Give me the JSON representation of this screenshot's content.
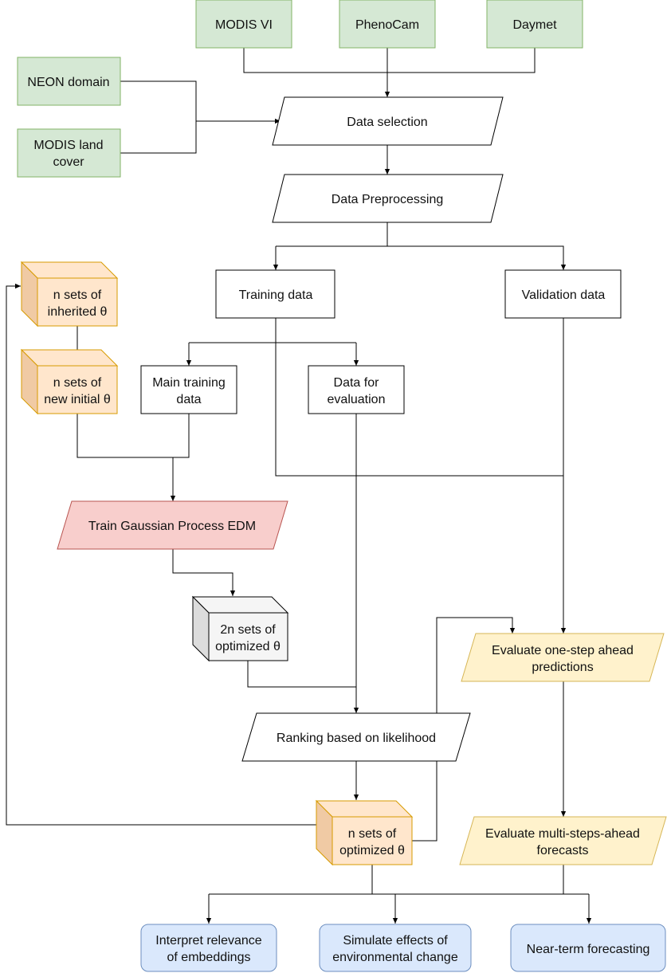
{
  "colors": {
    "green_fill": "#d5e8d4",
    "green_stroke": "#82b366",
    "orange_fill": "#ffe6cc",
    "orange_side": "#f0caa4",
    "orange_stroke": "#d79b00",
    "red_fill": "#f8cecc",
    "red_stroke": "#b85450",
    "yellow_fill": "#fff2cc",
    "yellow_stroke": "#d6b656",
    "blue_fill": "#dae8fc",
    "blue_stroke": "#6c8ebf",
    "gray_fill": "#f5f5f5",
    "gray_side": "#dcdcdc",
    "line": "#000000"
  },
  "nodes": {
    "modis_vi": "MODIS VI",
    "phenocam": "PhenoCam",
    "daymet": "Daymet",
    "neon_domain": "NEON domain",
    "modis_land_cover": [
      "MODIS land",
      "cover"
    ],
    "data_selection": "Data selection",
    "data_preprocessing": "Data Preprocessing",
    "training_data": "Training data",
    "validation_data": "Validation data",
    "inherited_theta": [
      "n sets of",
      "inherited θ"
    ],
    "new_initial_theta": [
      "n sets of",
      "new initial θ"
    ],
    "main_training_data": [
      "Main training",
      "data"
    ],
    "data_for_evaluation": [
      "Data for",
      "evaluation"
    ],
    "train_gp_edm": "Train Gaussian Process EDM",
    "optimized_2n": [
      "2n sets of",
      "optimized θ"
    ],
    "ranking": "Ranking based on likelihood",
    "optimized_n": [
      "n sets of",
      "optimized θ"
    ],
    "evaluate_one_step": [
      "Evaluate one-step ahead",
      "predictions"
    ],
    "evaluate_multi_step": [
      "Evaluate multi-steps-ahead",
      "forecasts"
    ],
    "interpret_relevance": [
      "Interpret relevance",
      "of embeddings"
    ],
    "simulate_effects": [
      "Simulate effects of",
      "environmental change"
    ],
    "near_term_forecasting": "Near-term forecasting"
  }
}
